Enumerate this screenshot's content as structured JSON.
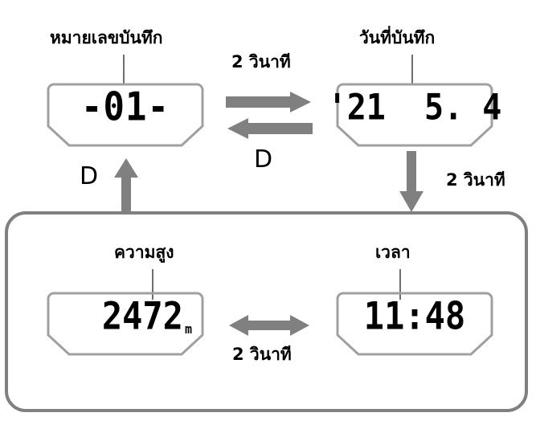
{
  "diagram": {
    "title_semantics": "watch-display-mode-flow",
    "colors": {
      "arrow": "#808080",
      "panel_border": "#a0a0a0",
      "group_border": "#808080",
      "text": "#000000",
      "leader": "#6e6e6e"
    }
  },
  "panels": {
    "record_number": {
      "label": "หมายเลขบันทึก",
      "value": "-01-",
      "unit": ""
    },
    "record_date": {
      "label": "วันที่บันทึก",
      "value": "'21  5. 4",
      "unit": ""
    },
    "altitude": {
      "label": "ความสูง",
      "value": "2472",
      "unit": "m"
    },
    "time": {
      "label": "เวลา",
      "value": "11:48",
      "unit": ""
    }
  },
  "transitions": {
    "top_pair_duration": "2 วินาที",
    "right_down_duration": "2 วินาที",
    "bottom_pair_duration": "2 วินาที",
    "button_left": "D",
    "button_middle": "D"
  }
}
